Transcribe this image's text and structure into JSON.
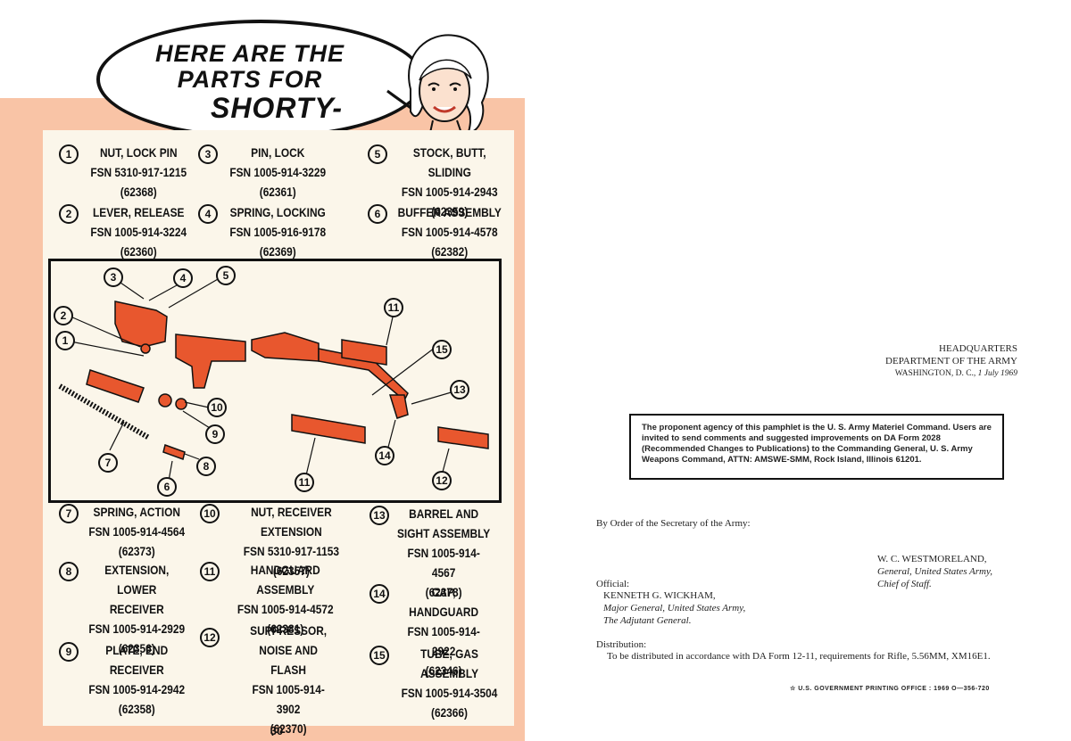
{
  "left_page": {
    "bubble_lines": [
      "HERE ARE THE",
      "PARTS FOR",
      "SHORTY-"
    ],
    "parts_top": [
      {
        "num": "1",
        "lines": [
          "NUT, LOCK PIN",
          "FSN 5310-917-1215",
          "(62368)"
        ]
      },
      {
        "num": "2",
        "lines": [
          "LEVER, RELEASE",
          "FSN 1005-914-3224",
          "(62360)"
        ]
      },
      {
        "num": "3",
        "lines": [
          "PIN, LOCK",
          "FSN 1005-914-3229",
          "(62361)"
        ]
      },
      {
        "num": "4",
        "lines": [
          "SPRING, LOCKING",
          "FSN 1005-916-9178",
          "(62369)"
        ]
      },
      {
        "num": "5",
        "lines": [
          "STOCK, BUTT, SLIDING",
          "FSN 1005-914-2943",
          "(62359)"
        ]
      },
      {
        "num": "6",
        "lines": [
          "BUFFER ASSEMBLY",
          "FSN 1005-914-4578",
          "(62382)"
        ]
      }
    ],
    "parts_bottom": [
      {
        "num": "7",
        "lines": [
          "SPRING, ACTION",
          "FSN 1005-914-4564",
          "(62373)"
        ]
      },
      {
        "num": "8",
        "lines": [
          "EXTENSION, LOWER",
          "RECEIVER",
          "FSN 1005-914-2929",
          "(62356)"
        ]
      },
      {
        "num": "9",
        "lines": [
          "PLATE, END",
          "RECEIVER",
          "FSN 1005-914-2942",
          "(62358)"
        ]
      },
      {
        "num": "10",
        "lines": [
          "NUT, RECEIVER EXTENSION",
          "FSN 5310-917-1153",
          "(62357)"
        ]
      },
      {
        "num": "11",
        "lines": [
          "HANDGUARD ASSEMBLY",
          "FSN 1005-914-4572",
          "(62381)"
        ]
      },
      {
        "num": "12",
        "lines": [
          "SUPPRESSOR,",
          "NOISE AND FLASH",
          "FSN 1005-914-3902",
          "(62370)"
        ]
      },
      {
        "num": "13",
        "lines": [
          "BARREL AND",
          "SIGHT ASSEMBLY",
          "FSN 1005-914-4567",
          "(62378)"
        ]
      },
      {
        "num": "14",
        "lines": [
          "CAP, HANDGUARD",
          "FSN 1005-914-2922",
          "(62346)"
        ]
      },
      {
        "num": "15",
        "lines": [
          "TUBE, GAS ASSEMBLY",
          "FSN 1005-914-3504",
          "(62366)"
        ]
      }
    ],
    "diagram_callouts": [
      "3",
      "4",
      "5",
      "2",
      "1",
      "11",
      "15",
      "13",
      "10",
      "9",
      "7",
      "8",
      "6",
      "14",
      "11",
      "12"
    ],
    "page_number": "30",
    "colors": {
      "peach": "#f9c4a6",
      "part_orange": "#e8572e",
      "panel": "#fbf6ea"
    }
  },
  "right_page": {
    "hq_line1": "HEADQUARTERS",
    "hq_line2": "DEPARTMENT OF THE ARMY",
    "hq_line3": "WASHINGTON, D. C.,",
    "hq_date": "1 July 1969",
    "notice": "The proponent agency of this pamphlet is the U. S. Army Materiel Command. Users are invited to send comments and suggested improvements on DA Form 2028 (Recommended Changes to Publications) to the Commanding General, U. S. Army Weapons Command, ATTN: AMSWE-SMM, Rock Island, Illinois 61201.",
    "by_order": "By Order of the Secretary of the Army:",
    "signer_name": "W. C. WESTMORELAND,",
    "signer_title1": "General, United States Army,",
    "signer_title2": "Chief of Staff.",
    "official_label": "Official:",
    "official_name": "KENNETH G. WICKHAM,",
    "official_title1": "Major General, United States Army,",
    "official_title2": "The Adjutant General.",
    "distribution_label": "Distribution:",
    "distribution_text": "To be distributed in accordance with DA Form 12-11, requirements for Rifle, 5.56MM, XM16E1.",
    "gpo": "☆ U.S. GOVERNMENT PRINTING OFFICE : 1969 O—356-720"
  }
}
